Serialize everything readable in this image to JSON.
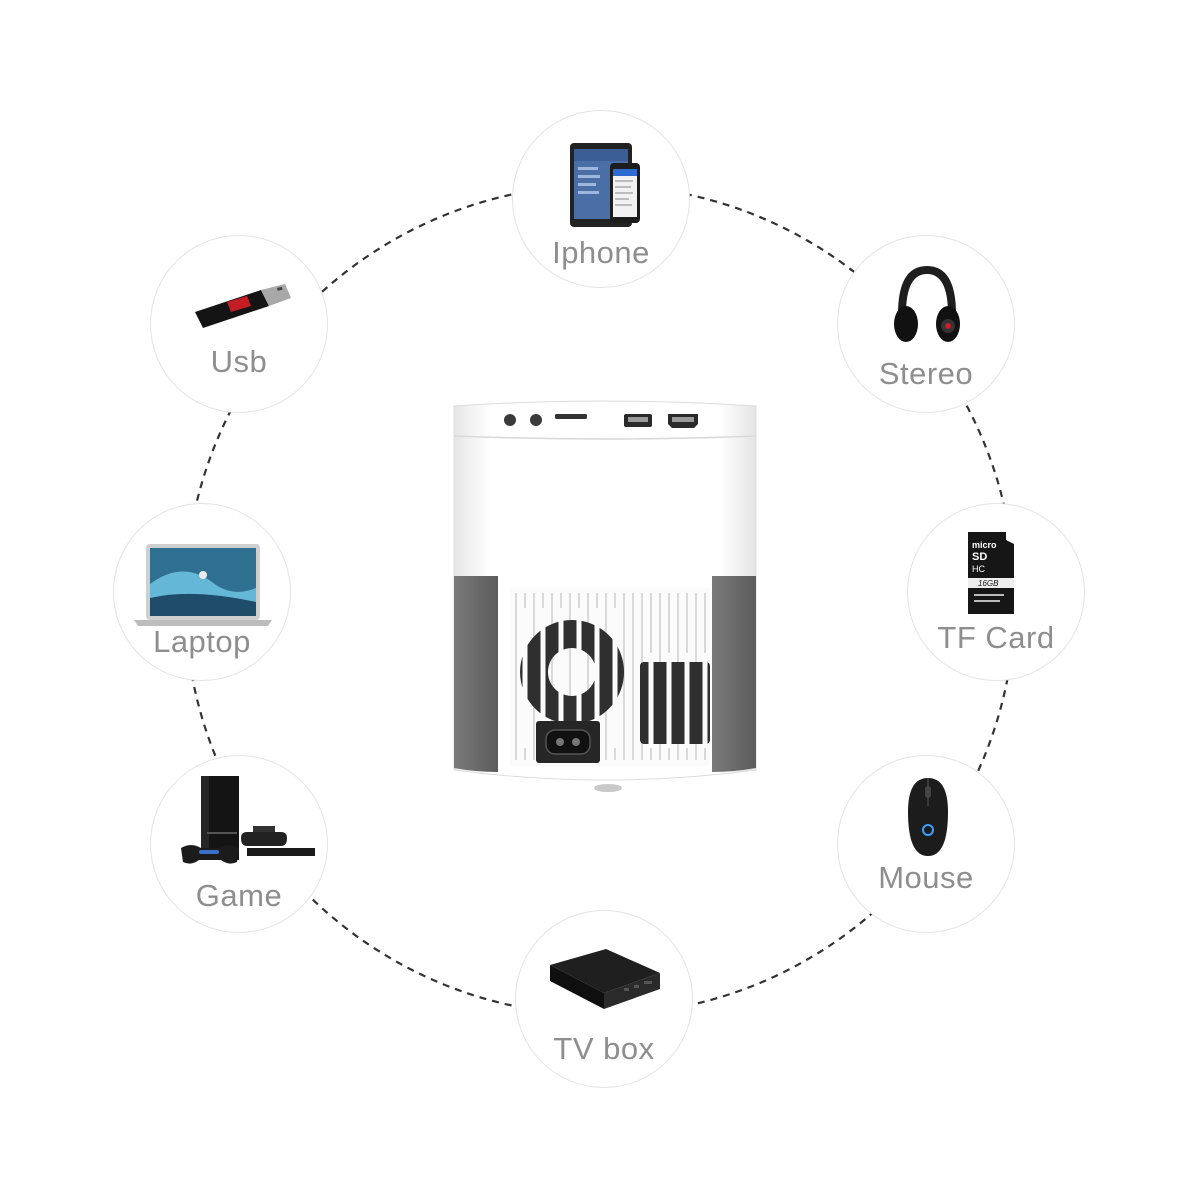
{
  "devices": {
    "iphone": {
      "label": "Iphone",
      "icon": "tablet-phone-icon"
    },
    "stereo": {
      "label": "Stereo",
      "icon": "headphones-icon"
    },
    "tf_card": {
      "label": "TF Card",
      "icon": "sd-card-icon",
      "card_text": "16GB"
    },
    "mouse": {
      "label": "Mouse",
      "icon": "mouse-icon"
    },
    "tv_box": {
      "label": "TV box",
      "icon": "tv-box-icon"
    },
    "game": {
      "label": "Game",
      "icon": "game-console-icon"
    },
    "laptop": {
      "label": "Laptop",
      "icon": "laptop-icon"
    },
    "usb": {
      "label": "Usb",
      "icon": "usb-drive-icon"
    }
  },
  "center": {
    "icon": "projector-icon"
  },
  "colors": {
    "ring": "#333333",
    "label": "#8e8e8e",
    "circle_border": "#e3e3e3",
    "projector_body": "#f4f4f4",
    "projector_side": "#6e6e6e"
  }
}
